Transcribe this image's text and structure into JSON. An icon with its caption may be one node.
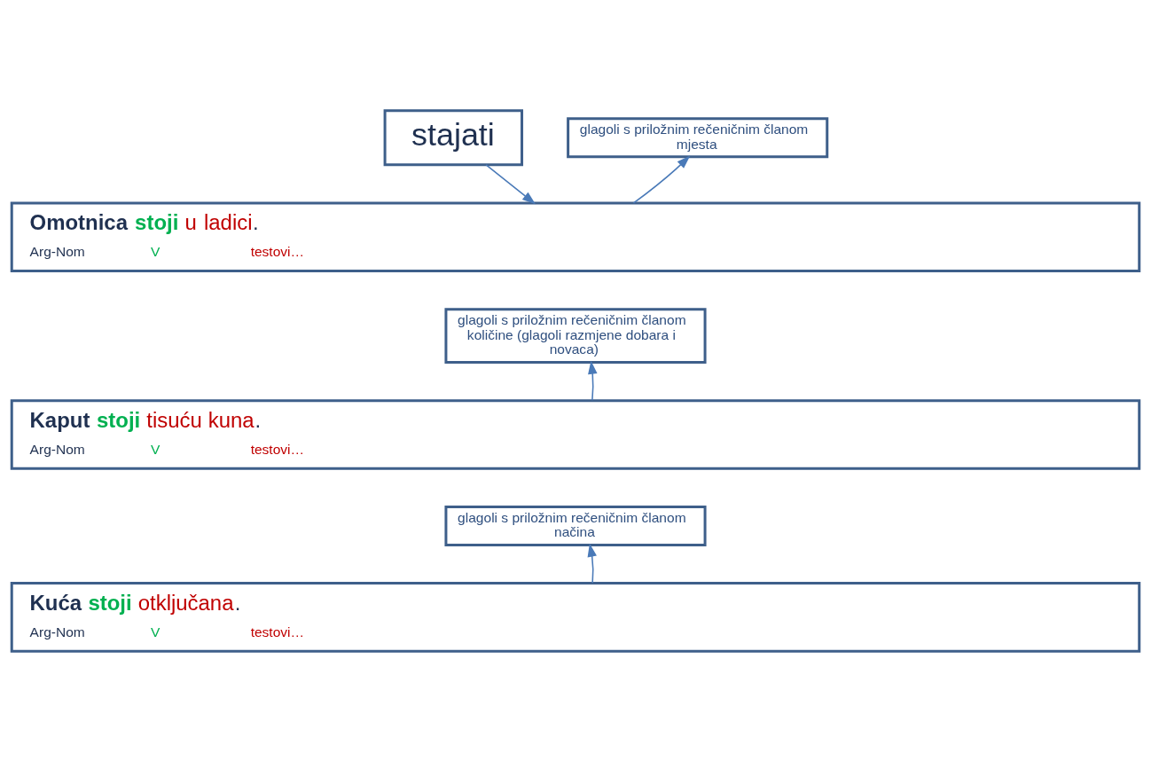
{
  "diagram": {
    "nodes": [
      {
        "text": [
          "stajati"
        ]
      },
      {
        "text": [
          "glagoli s priložnim rečeničnim članom mjesta"
        ]
      },
      {
        "text": [
          "Omotnica stoji u ladici.",
          "Arg-Nom",
          "V",
          "testovi…"
        ]
      },
      {
        "text": [
          "glagoli s priložnim rečeničnim članom količine (glagoli razmjene dobara i novaca)"
        ]
      },
      {
        "text": [
          "Kaput stoji tisuću kuna.",
          "Arg-Nom",
          "V",
          "testovi…"
        ]
      },
      {
        "text": [
          "glagoli s priložnim rečeničnim članom načina"
        ]
      },
      {
        "text": [
          "Kuća stoji otključana.",
          "Arg-Nom",
          "V",
          "testovi…"
        ]
      }
    ],
    "edges": [
      {
        "from": 0,
        "to": 2,
        "arrow": "to"
      },
      {
        "from": 2,
        "to": 1,
        "arrow": "to"
      },
      {
        "from": 4,
        "to": 3,
        "arrow": "to"
      },
      {
        "from": 6,
        "to": 5,
        "arrow": "to"
      }
    ]
  }
}
